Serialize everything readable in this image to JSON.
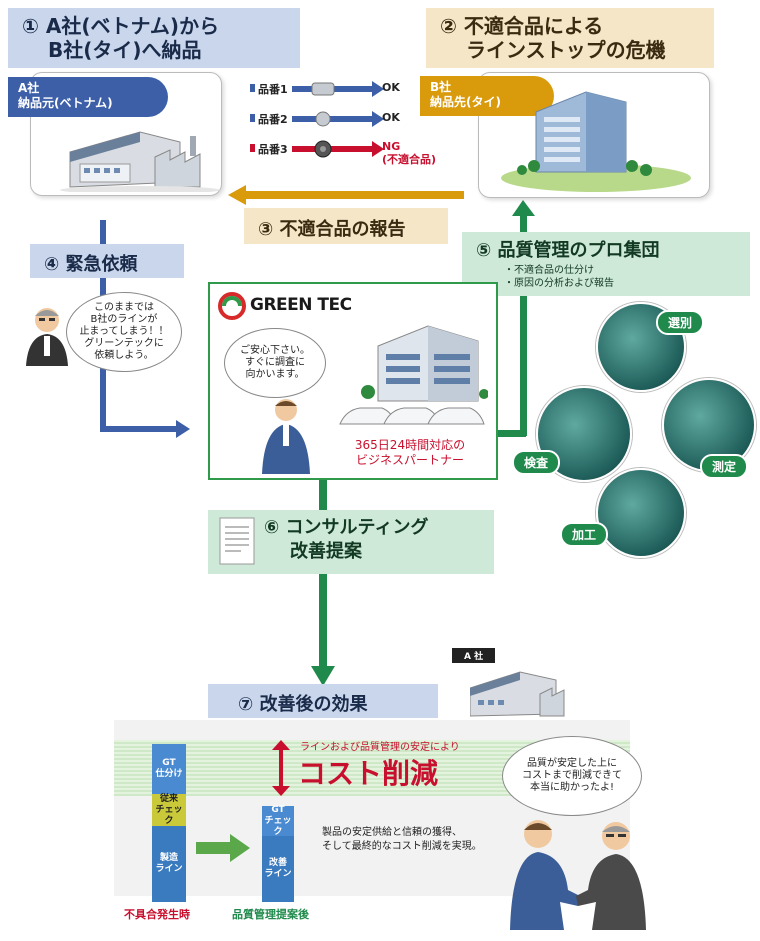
{
  "step1": {
    "num": "①",
    "line1": "A社(ベトナム)から",
    "line2": "B社(タイ)へ納品"
  },
  "step2": {
    "num": "②",
    "line1": "不適合品による",
    "line2": "ラインストップの危機"
  },
  "companyA": {
    "name": "A社",
    "role": "納品元(ベトナム)"
  },
  "companyB": {
    "name": "B社",
    "role": "納品先(タイ)"
  },
  "parts": [
    {
      "label": "品番1",
      "result": "OK"
    },
    {
      "label": "品番2",
      "result": "OK"
    },
    {
      "label": "品番3",
      "result": "NG",
      "note": "(不適合品)"
    }
  ],
  "step3": {
    "num": "③",
    "text": "不適合品の報告"
  },
  "step4": {
    "num": "④",
    "text": "緊急依頼"
  },
  "step5": {
    "num": "⑤",
    "text": "品質管理のプロ集団",
    "bullets": [
      "・不適合品の仕分け",
      "・原因の分析および報告"
    ]
  },
  "worried_bubble": [
    "このままでは",
    "B社のラインが",
    "止まってしまう！！",
    "グリーンテックに",
    "依頼しよう。"
  ],
  "greentec": {
    "logo": "GREEN TEC",
    "bubble": [
      "ご安心下さい。",
      "すぐに調査に",
      "向かいます。"
    ],
    "tagline": [
      "365日24時間対応の",
      "ビジネスパートナー"
    ]
  },
  "services": {
    "select": "選別",
    "inspect": "検査",
    "measure": "測定",
    "process": "加工"
  },
  "step6": {
    "num": "⑥",
    "line1": "コンサルティング",
    "line2": "改善提案"
  },
  "step7": {
    "num": "⑦",
    "text": "改善後の効果"
  },
  "small_tag": "A 社",
  "effect": {
    "sub": "ラインおよび品質管理の安定により",
    "main": "コスト削減",
    "desc": [
      "製品の安定供給と信頼の獲得、",
      "そして最終的なコスト削減を実現。"
    ],
    "bubble": [
      "品質が安定した上に",
      "コストまで削減できて",
      "本当に助かったよ!"
    ]
  },
  "before_stack": {
    "gt": [
      "GT",
      "仕分け"
    ],
    "check": [
      "従来",
      "チェック"
    ],
    "line": [
      "製造",
      "ライン"
    ],
    "caption": "不具合発生時"
  },
  "after_stack": {
    "gt": [
      "GT",
      "チェック"
    ],
    "line": [
      "改善",
      "ライン"
    ],
    "caption": "品質管理提案後"
  },
  "colors": {
    "blue": "#3c5fa8",
    "tan": "#d99a0c",
    "green": "#1f8a4c",
    "red": "#c8102e"
  }
}
